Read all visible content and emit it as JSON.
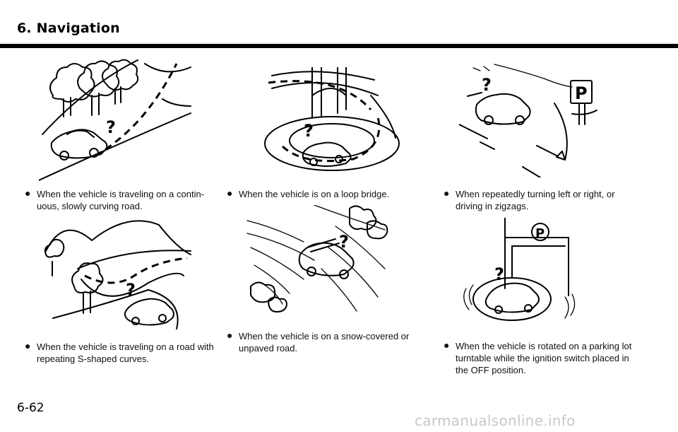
{
  "header": {
    "title": "6. Navigation"
  },
  "captions": {
    "curving_road": "When the vehicle is traveling on a contin-uous, slowly curving road.",
    "loop_bridge": "When the vehicle is on a loop bridge.",
    "zigzag": "When repeatedly turning left or right, or driving in zigzags.",
    "s_curves": "When the vehicle is traveling on a road with repeating S-shaped curves.",
    "snow_road": "When the vehicle is on a snow-covered or unpaved road.",
    "turntable": "When the vehicle is rotated on a parking lot turntable while the ignition switch placed in the OFF position."
  },
  "bullet_glyph": "●",
  "glyphs": {
    "question_mark": "?",
    "parking_sign": "P"
  },
  "footer": {
    "page_number": "6-62",
    "watermark": "carmanualsonline.info"
  }
}
